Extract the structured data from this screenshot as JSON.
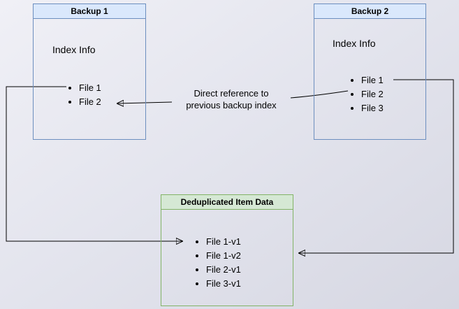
{
  "diagram": {
    "backup1": {
      "title": "Backup 1",
      "subtitle": "Index Info",
      "items": [
        "File 1",
        "File 2"
      ]
    },
    "backup2": {
      "title": "Backup 2",
      "subtitle": "Index Info",
      "items": [
        "File 1",
        "File 2",
        "File 3"
      ]
    },
    "dedup": {
      "title": "Deduplicated Item Data",
      "items": [
        "File 1-v1",
        "File 1-v2",
        "File 2-v1",
        "File 3-v1"
      ]
    },
    "arrow_label": "Direct reference to\nprevious backup index",
    "colors": {
      "blue_border": "#6c8ebf",
      "blue_fill": "#dae8fc",
      "green_border": "#82b366",
      "green_fill": "#d5e8d4",
      "arrow": "#000000"
    }
  }
}
